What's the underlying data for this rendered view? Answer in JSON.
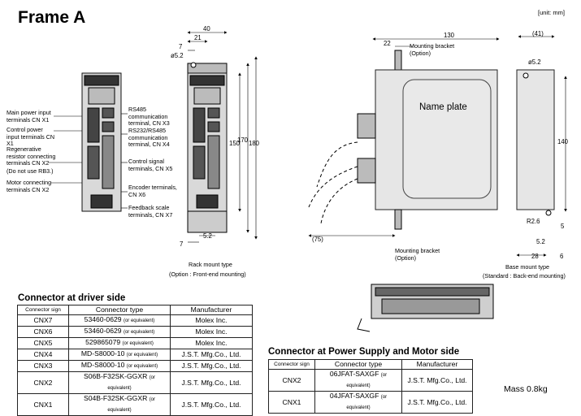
{
  "title": "Frame A",
  "unit": "[unit: mm]",
  "front_view": {
    "labels": {
      "main_power": "Main power input terminals CN X1",
      "control_power": "Control power input terminals CN X1",
      "regen": "Regenerative resistor connecting terminals CN X2",
      "regen_note": "(Do not use RB3.)",
      "motor": "Motor connecting terminals  CN X2",
      "rs485": "RS485 communication terminal, CN X3",
      "rs232": "RS232/RS485 communication terminal, CN X4",
      "control_signal": "Control signal terminals, CN X5",
      "encoder": "Encoder terminals, CN X6",
      "feedback": "Feedback scale terminals, CN X7"
    },
    "dims": {
      "d40": "40",
      "d21": "21",
      "d7_top": "7",
      "d52": "ø5.2",
      "d150": "150",
      "d170": "170",
      "d180": "180",
      "d7_bot": "7",
      "d52_bot": "5.2"
    },
    "caption": "Rack mount type",
    "caption2": "(Option : Front-end mounting)"
  },
  "side_view": {
    "d130": "130",
    "d22": "22",
    "mounting_bracket_top": "Mounting bracket",
    "option_top": "(Option)",
    "name_plate": "Name plate",
    "d75": "(75)",
    "mounting_bracket_bot": "Mounting bracket",
    "option_bot": "(Option)"
  },
  "base_view": {
    "d41": "(41)",
    "d52": "ø5.2",
    "d140": "140",
    "r26": "R2.6",
    "d5": "5",
    "d52b": "5.2",
    "d28": "28",
    "d6": "6",
    "caption": "Base mount type",
    "caption2": "(Standard : Back-end mounting)"
  },
  "driver_table": {
    "title": "Connector at driver side",
    "headers": [
      "Connector sign",
      "Connector type",
      "Manufacturer"
    ],
    "rows": [
      {
        "sign": "CNX7",
        "type": "53460-0629",
        "eq": "(or equivalent)",
        "mfr": "Molex Inc."
      },
      {
        "sign": "CNX6",
        "type": "53460-0629",
        "eq": "(or equivalent)",
        "mfr": "Molex Inc."
      },
      {
        "sign": "CNX5",
        "type": "529865079",
        "eq": "(or equivalent)",
        "mfr": "Molex Inc."
      },
      {
        "sign": "CNX4",
        "type": "MD-S8000-10",
        "eq": "(or equivalent)",
        "mfr": "J.S.T. Mfg.Co., Ltd."
      },
      {
        "sign": "CNX3",
        "type": "MD-S8000-10",
        "eq": "(or equivalent)",
        "mfr": "J.S.T. Mfg.Co., Ltd."
      },
      {
        "sign": "CNX2",
        "type": "S06B-F32SK-GGXR",
        "eq": "(or equivalent)",
        "mfr": "J.S.T. Mfg.Co., Ltd."
      },
      {
        "sign": "CNX1",
        "type": "S04B-F32SK-GGXR",
        "eq": "(or equivalent)",
        "mfr": "J.S.T. Mfg.Co., Ltd."
      }
    ]
  },
  "power_table": {
    "title": "Connector at Power Supply and Motor side",
    "headers": [
      "Connector sign",
      "Connector type",
      "Manufacturer"
    ],
    "rows": [
      {
        "sign": "CNX2",
        "type": "06JFAT-SAXGF",
        "eq": "(or equivalent)",
        "mfr": "J.S.T. Mfg.Co., Ltd."
      },
      {
        "sign": "CNX1",
        "type": "04JFAT-SAXGF",
        "eq": "(or equivalent)",
        "mfr": "J.S.T. Mfg.Co., Ltd."
      }
    ]
  },
  "mass": "Mass 0.8kg"
}
